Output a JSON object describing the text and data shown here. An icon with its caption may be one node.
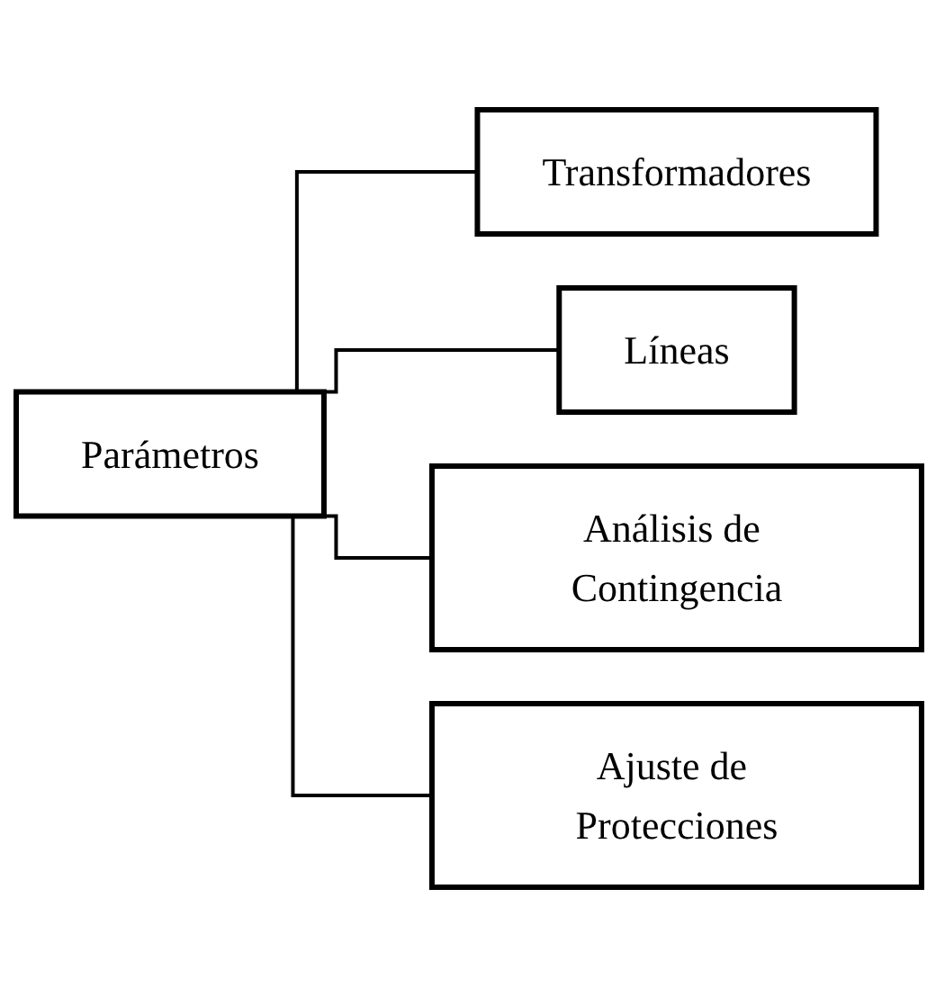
{
  "diagram": {
    "nodes": [
      {
        "text": [
          "Parámetros"
        ]
      },
      {
        "text": [
          "Transformadores"
        ]
      },
      {
        "text": [
          "Líneas"
        ]
      },
      {
        "text": [
          "Análisis de Contingencia"
        ]
      },
      {
        "text": [
          "Ajuste de Protecciones"
        ]
      }
    ],
    "edges": [
      {
        "from": 0,
        "to": 1,
        "arrow": "none"
      },
      {
        "from": 0,
        "to": 2,
        "arrow": "none"
      },
      {
        "from": 0,
        "to": 3,
        "arrow": "none"
      },
      {
        "from": 0,
        "to": 4,
        "arrow": "none"
      }
    ]
  }
}
